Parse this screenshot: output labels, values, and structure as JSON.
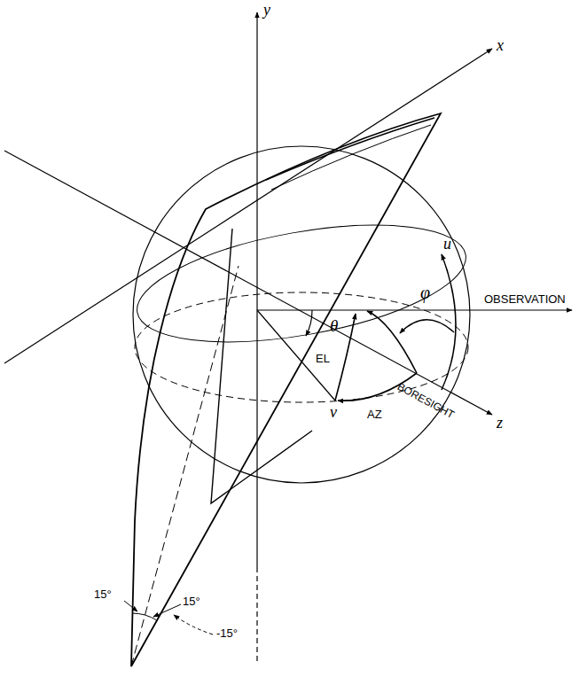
{
  "diagram": {
    "labels": [
      "y",
      "x",
      "OBSERVATION",
      "u",
      "φ",
      "θ",
      "EL",
      "AZ",
      "v",
      "BORESIGHT",
      "z",
      "15°",
      "15°",
      "-15°"
    ]
  }
}
